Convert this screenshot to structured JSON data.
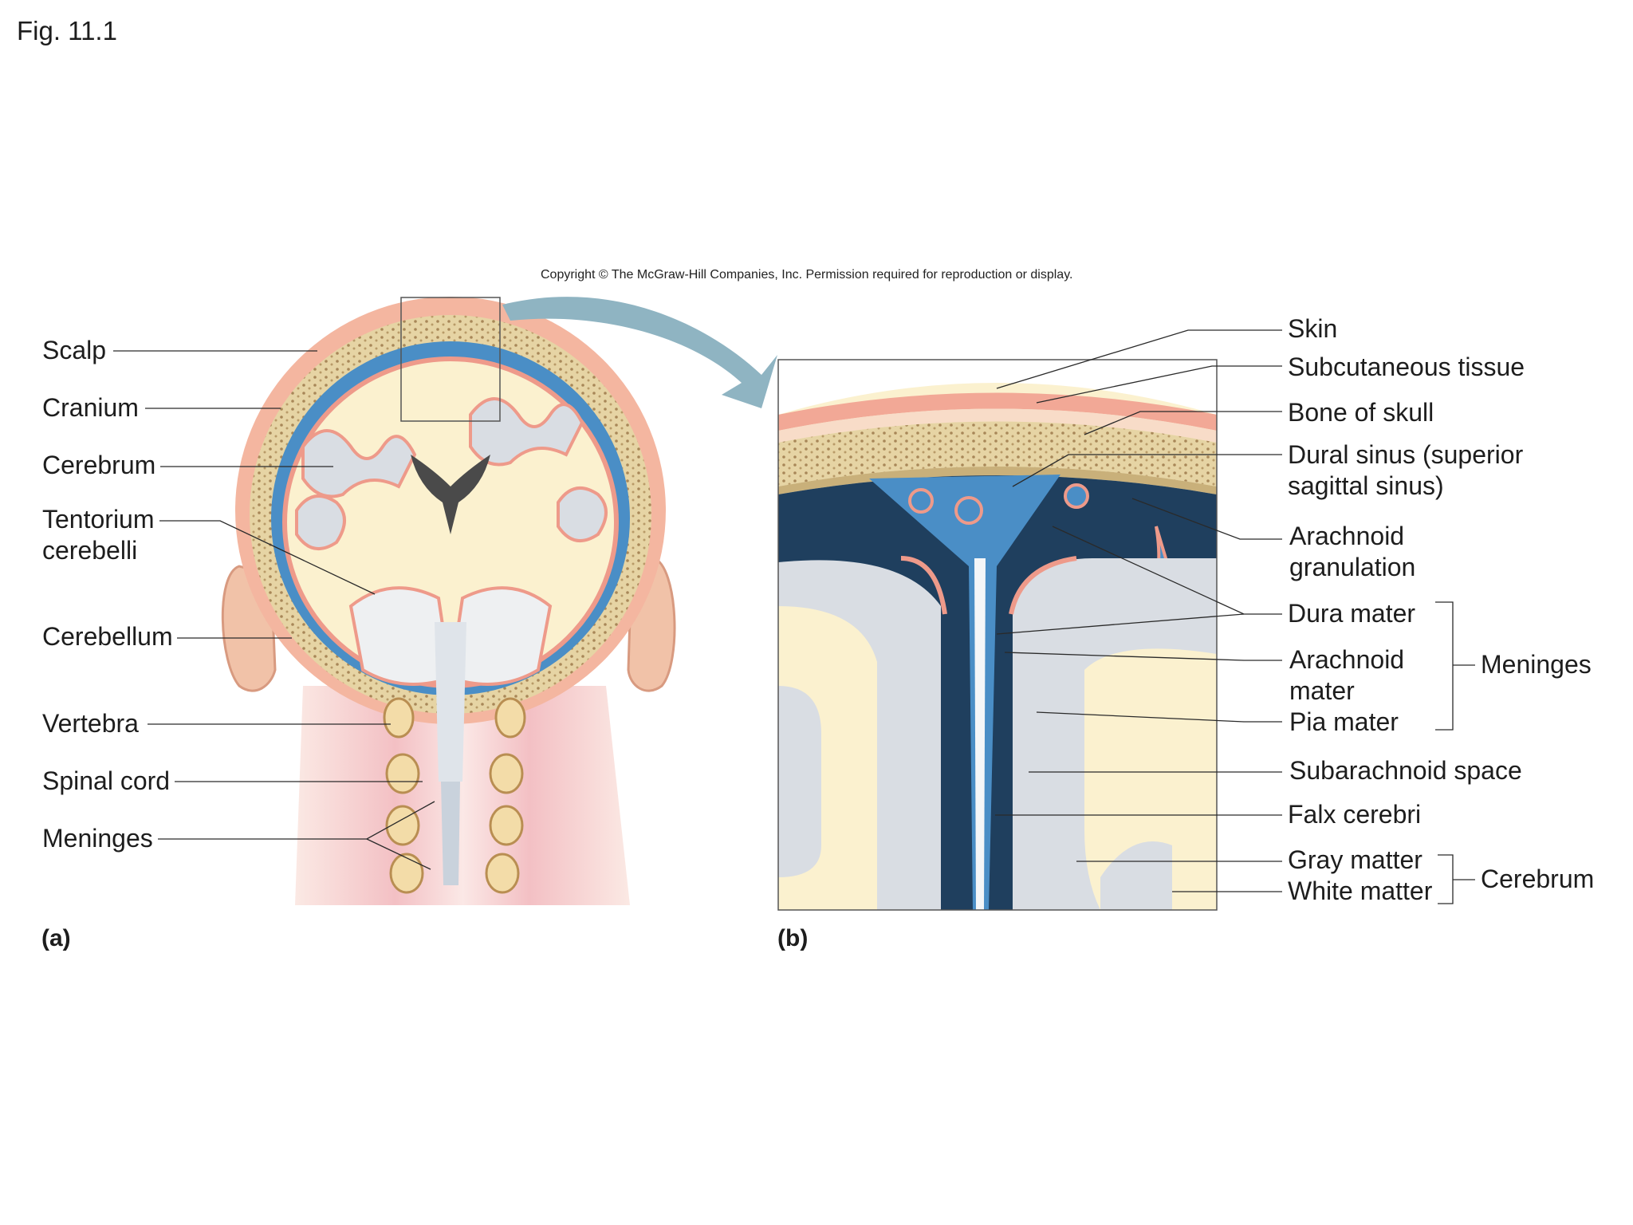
{
  "figure_title": "Fig. 11.1",
  "copyright": "Copyright © The McGraw-Hill Companies, Inc. Permission required for reproduction or display.",
  "panel_a": {
    "tag": "(a)",
    "labels": {
      "scalp": "Scalp",
      "cranium": "Cranium",
      "cerebrum": "Cerebrum",
      "tentorium_1": "Tentorium",
      "tentorium_2": "cerebelli",
      "cerebellum": "Cerebellum",
      "vertebra": "Vertebra",
      "spinal_cord": "Spinal cord",
      "meninges": "Meninges"
    }
  },
  "panel_b": {
    "tag": "(b)",
    "labels": {
      "skin": "Skin",
      "subcutaneous": "Subcutaneous tissue",
      "bone": "Bone of skull",
      "dural_sinus_1": "Dural sinus (superior",
      "dural_sinus_2": "sagittal sinus)",
      "arachnoid_granulation_1": "Arachnoid",
      "arachnoid_granulation_2": "granulation",
      "dura_mater": "Dura mater",
      "arachnoid_mater_1": "Arachnoid",
      "arachnoid_mater_2": "mater",
      "pia_mater": "Pia mater",
      "subarachnoid": "Subarachnoid space",
      "falx": "Falx cerebri",
      "gray_matter": "Gray matter",
      "white_matter": "White matter",
      "group_meninges": "Meninges",
      "group_cerebrum": "Cerebrum"
    }
  },
  "colors": {
    "skin": "#f2b7a0",
    "bone": "#e8d6a8",
    "dura_blue": "#4a8ec6",
    "dark_blue": "#1f3f5e",
    "brain_cream": "#fbf1cf",
    "white_matter_gray": "#d9dde3",
    "pia_pink": "#ee9a8a",
    "arrow": "#8fb4c2"
  }
}
